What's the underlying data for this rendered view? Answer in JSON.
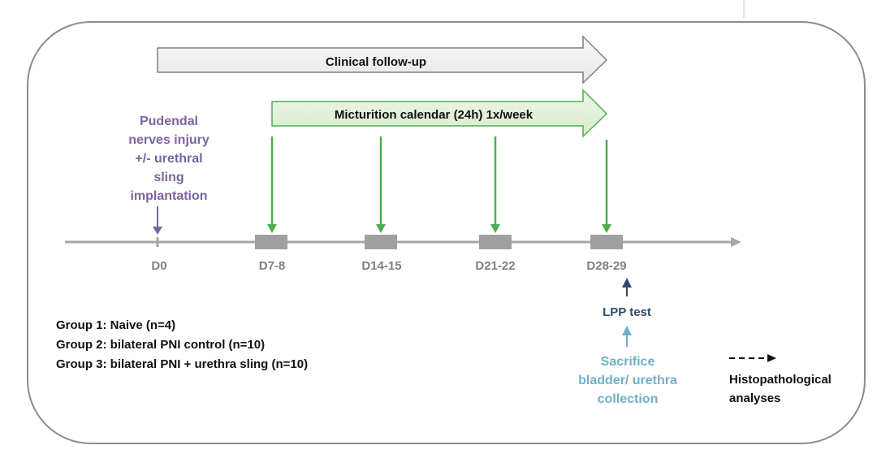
{
  "arrows": {
    "clinical": {
      "label": "Clinical follow-up"
    },
    "micturition": {
      "label": "Micturition calendar (24h) 1x/week"
    }
  },
  "injury": {
    "lines": [
      "Pudendal",
      "nerves injury",
      "+/- urethral",
      "sling",
      "implantation"
    ]
  },
  "timeline": {
    "days": [
      "D0",
      "D7-8",
      "D14-15",
      "D21-22",
      "D28-29"
    ]
  },
  "groups": [
    "Group 1: Naive (n=4)",
    "Group 2: bilateral PNI control (n=10)",
    "Group 3: bilateral PNI + urethra sling (n=10)"
  ],
  "lpp": {
    "label": "LPP test"
  },
  "sacrifice": {
    "lines": [
      "Sacrifice",
      "bladder/ urethra",
      "collection"
    ]
  },
  "histo": {
    "lines": [
      "Histopathological",
      "analyses"
    ]
  },
  "colors": {
    "purple": "#7B659E",
    "green": "#4CAF50",
    "green_fill": "#E2F0D9",
    "navy": "#2F4A6E",
    "teal": "#6FB0C8",
    "gray_axis": "#A6A6A6",
    "gray_box": "#A0A0A0",
    "border": "#7F7F7F"
  }
}
